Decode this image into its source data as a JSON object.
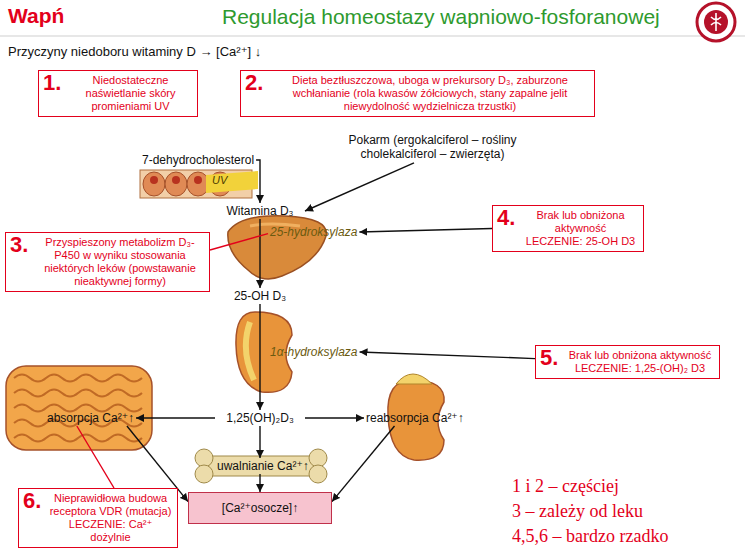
{
  "diagram": {
    "title": "Regulacja homeostazy wapniowo-fosforanowej",
    "nodes": [
      {
        "text": [
          "1.",
          "Niedostateczne naświetlanie skóry promieniami UV"
        ]
      },
      {
        "text": [
          "2.",
          "Dieta beztłuszczowa, uboga w prekursory D₃, zaburzone wchłanianie (rola kwasów żółciowych, stany zapalne jelit niewydolność wydzielnicza trzustki)"
        ]
      },
      {
        "text": [
          "7-dehydrocholesterol"
        ]
      },
      {
        "text": [
          "Pokarm (ergokalciferol – rośliny cholekalciferol – zwierzęta)"
        ]
      },
      {
        "text": [
          "Witamina D₃"
        ]
      },
      {
        "text": [
          "4.",
          "Brak lub obniżona aktywność",
          "LECZENIE: 25-OH D3"
        ]
      },
      {
        "text": [
          "3.",
          "Przyspieszony metabolizm D₃-P450 w wyniku stosowania niektórych leków (powstawanie nieaktywnej formy)"
        ]
      },
      {
        "text": [
          "25-hydroksylaza"
        ]
      },
      {
        "text": [
          "25-OH D₃"
        ]
      },
      {
        "text": [
          "1α-hydroksylaza"
        ]
      },
      {
        "text": [
          "5.",
          "Brak lub obniżona aktywność",
          "LECZENIE: 1,25-(OH)₂ D3"
        ]
      },
      {
        "text": [
          "1,25(OH)₂D₃"
        ]
      },
      {
        "text": [
          "absorpcja Ca²⁺↑"
        ]
      },
      {
        "text": [
          "reabsorpcja Ca²⁺↑"
        ]
      },
      {
        "text": [
          "uwalnianie Ca²⁺↑"
        ]
      },
      {
        "text": [
          "6.",
          "Nieprawidłowa budowa receptora VDR (mutacja)",
          "LECZENIE: Ca²⁺ dożylnie"
        ]
      },
      {
        "text": [
          "[Ca²⁺osocze]↑"
        ]
      }
    ],
    "edges": [
      {
        "from": 2,
        "to": 4,
        "arrow": "to"
      },
      {
        "from": 3,
        "to": 4,
        "arrow": "to"
      },
      {
        "from": 4,
        "to": 8,
        "arrow": "to"
      },
      {
        "from": 5,
        "to": 7,
        "arrow": "to"
      },
      {
        "from": 6,
        "to": 7,
        "arrow": "none"
      },
      {
        "from": 8,
        "to": 11,
        "arrow": "to"
      },
      {
        "from": 10,
        "to": 9,
        "arrow": "to"
      },
      {
        "from": 11,
        "to": 12,
        "arrow": "to"
      },
      {
        "from": 11,
        "to": 13,
        "arrow": "to"
      },
      {
        "from": 11,
        "to": 14,
        "arrow": "to"
      },
      {
        "from": 12,
        "to": 16,
        "arrow": "to"
      },
      {
        "from": 13,
        "to": 16,
        "arrow": "to"
      },
      {
        "from": 14,
        "to": 16,
        "arrow": "to"
      },
      {
        "from": 15,
        "to": 12,
        "arrow": "none"
      }
    ],
    "labels": [
      "Wapń",
      "Przyczyny niedoboru witaminy D → [Ca²⁺] ↓",
      "UV",
      "1 i 2 – częściej",
      "3 – zależy od leku",
      "4,5,6 – bardzo rzadko"
    ]
  }
}
